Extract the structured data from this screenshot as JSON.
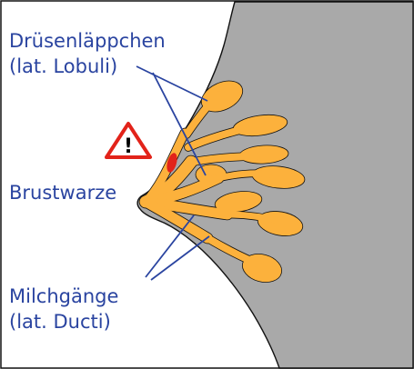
{
  "colors": {
    "breast_fill": "#a9a9a9",
    "gland_fill": "#fcb13c",
    "label_text": "#2a44a0",
    "leader_lines": "#2a44a0",
    "lesion": "#e2231a",
    "warning_border": "#e2231a",
    "outline": "#111111"
  },
  "labels": {
    "lobuli": {
      "line1": "Drüsenläppchen",
      "line2": "(lat. Lobuli)"
    },
    "nipple": "Brustwarze",
    "ducts": {
      "line1": "Milchgänge",
      "line2": "(lat. Ducti)"
    }
  },
  "icons": {
    "warning": {
      "name": "warning-triangle-icon",
      "glyph": "!"
    }
  }
}
